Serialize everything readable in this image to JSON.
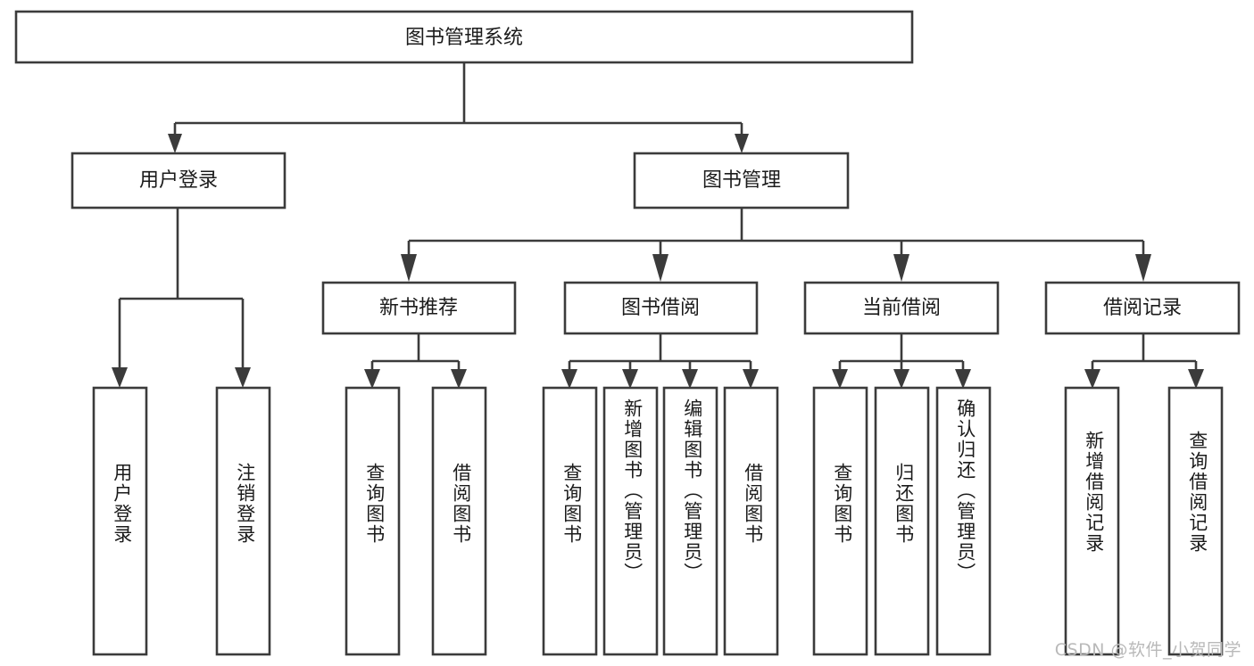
{
  "diagram": {
    "title": "图书管理系统",
    "type": "tree",
    "orientation": "top-down",
    "colors": {
      "box_fill": "#ffffff",
      "box_stroke": "#3b3b3b",
      "text": "#1b1b1b",
      "background": "#ffffff",
      "watermark": "#b9b9b9"
    },
    "root": {
      "label": "图书管理系统"
    },
    "level2": [
      {
        "label": "用户登录"
      },
      {
        "label": "图书管理"
      }
    ],
    "level3": [
      {
        "label": "新书推荐"
      },
      {
        "label": "图书借阅"
      },
      {
        "label": "当前借阅"
      },
      {
        "label": "借阅记录"
      }
    ],
    "leaves": {
      "user_login": [
        "用户登录",
        "注销登录"
      ],
      "new_book": [
        "查询图书",
        "借阅图书"
      ],
      "book_borrow": [
        "查询图书",
        "新增图书（管理员）",
        "编辑图书（管理员）",
        "借阅图书"
      ],
      "current_borrow": [
        "查询图书",
        "归还图书",
        "确认归还（管理员）"
      ],
      "borrow_record": [
        "新增借阅记录",
        "查询借阅记录"
      ]
    }
  },
  "watermark": {
    "text": "CSDN @软件_小贺同学"
  }
}
